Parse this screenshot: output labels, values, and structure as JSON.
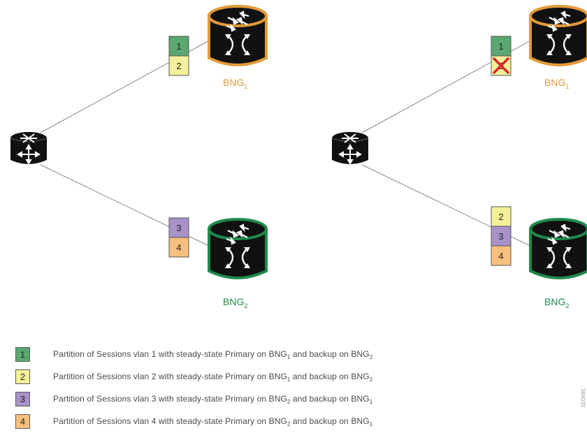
{
  "colors": {
    "vlan1": "#5aa86f",
    "vlan2": "#f4f09a",
    "vlan3": "#a892c8",
    "vlan4": "#f7c07e",
    "bng1": "#e39a3a",
    "bng2": "#1f8a4a",
    "device": "#111111",
    "fail_mark": "#d8262b"
  },
  "left_diagram": {
    "stack_top": [
      "1",
      "2"
    ],
    "stack_bottom": [
      "3",
      "4"
    ],
    "bng1_label": {
      "base": "BNG",
      "sub": "1"
    },
    "bng2_label": {
      "base": "BNG",
      "sub": "2"
    }
  },
  "right_diagram": {
    "stack_top": [
      "1",
      "2"
    ],
    "stack_top_failed": "2",
    "stack_bottom": [
      "2",
      "3",
      "4"
    ],
    "bng1_label": {
      "base": "BNG",
      "sub": "1"
    },
    "bng2_label": {
      "base": "BNG",
      "sub": "2"
    }
  },
  "icons": [
    "switch-icon",
    "router-icon",
    "fail-x-icon"
  ],
  "legend": [
    {
      "key": "1",
      "color": "vlan1",
      "pre": "Partition of Sessions vlan 1 with steady-state Primary on BNG",
      "primary_sub": "1",
      "mid": " and backup on BNG",
      "backup_sub": "2"
    },
    {
      "key": "2",
      "color": "vlan2",
      "pre": "Partition of Sessions vlan 2 with steady-state Primary on BNG",
      "primary_sub": "1",
      "mid": " and backup on BNG",
      "backup_sub": "2"
    },
    {
      "key": "3",
      "color": "vlan3",
      "pre": "Partition of Sessions vlan 3 with steady-state Primary on BNG",
      "primary_sub": "2",
      "mid": " and backup on BNG",
      "backup_sub": "1"
    },
    {
      "key": "4",
      "color": "vlan4",
      "pre": "Partition of Sessions vlan 4 with steady-state Primary on BNG",
      "primary_sub": "2",
      "mid": " and backup on BNG",
      "backup_sub": "1"
    }
  ],
  "watermark": "384033"
}
